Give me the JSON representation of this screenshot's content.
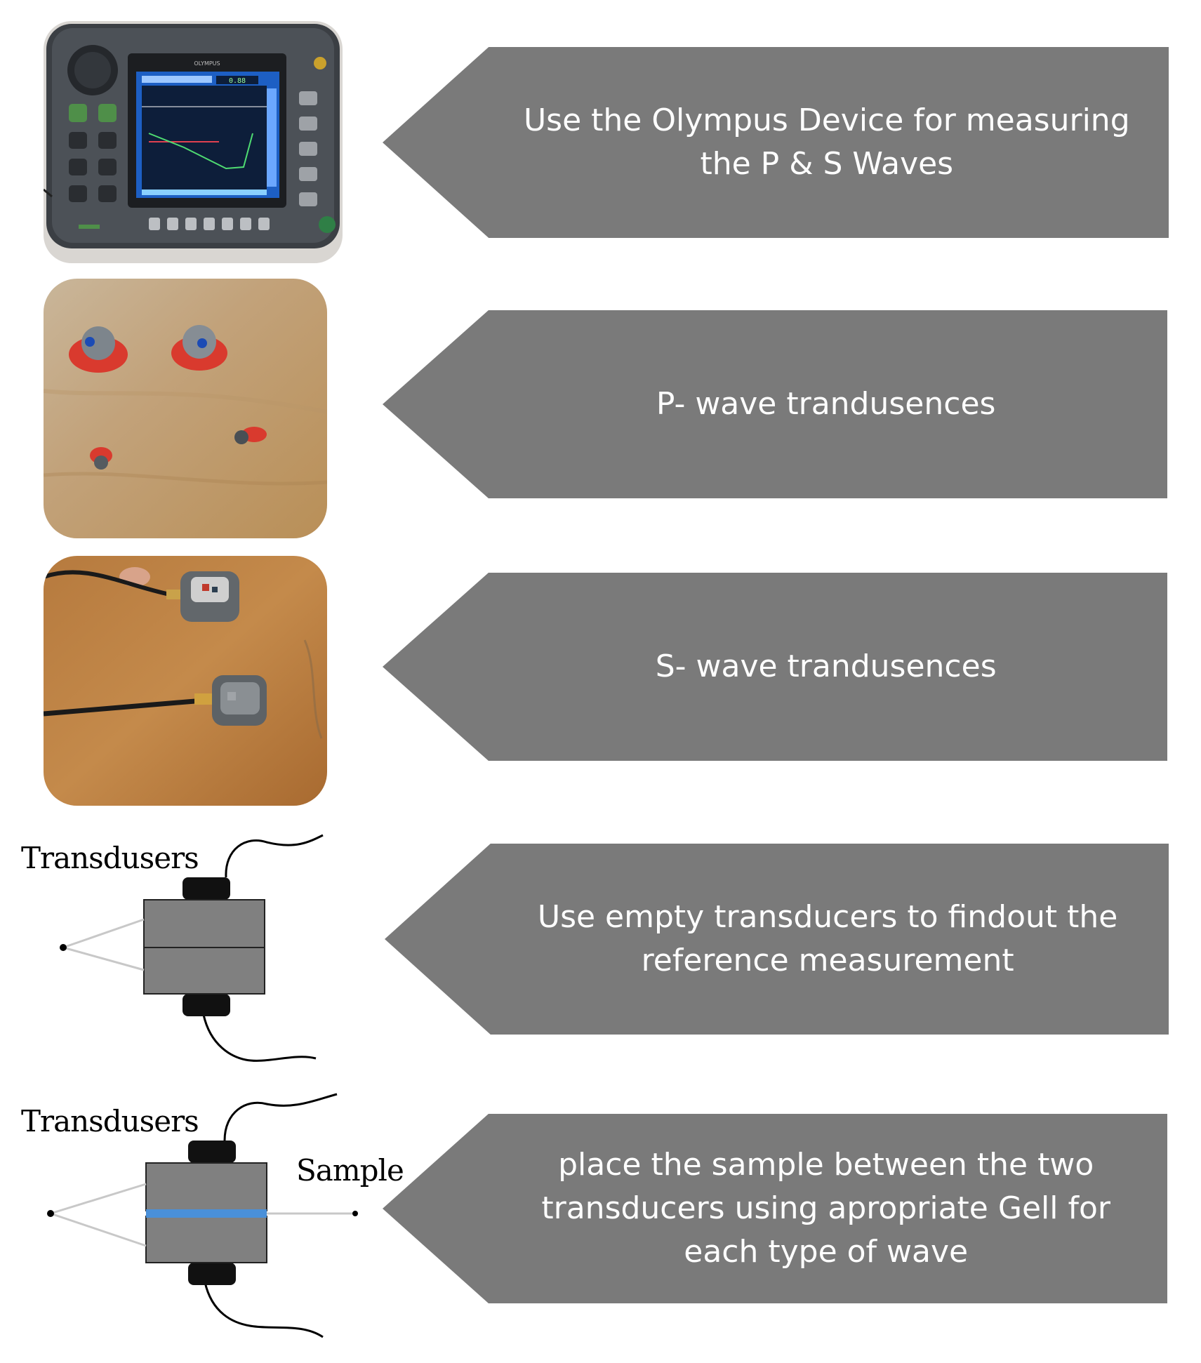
{
  "colors": {
    "arrow_fill": "#7a7a7a",
    "arrow_text": "#ffffff",
    "block_fill": "#808080",
    "transducer_fill": "#111111",
    "sample_band": "#4a90d9"
  },
  "steps": [
    {
      "text": "Use the Olympus Device for measuring\nthe P & S Waves",
      "image": "olympus-flaw-detector-photo",
      "device_brand": "OLYMPUS"
    },
    {
      "text": "P- wave trandusences",
      "image": "p-wave-transducers-photo"
    },
    {
      "text": "S- wave trandusences",
      "image": "s-wave-transducers-photo"
    },
    {
      "text": "Use empty transducers to findout the\nreference measurement",
      "image": "empty-transducer-diagram",
      "labels": {
        "transducers": "Transdusers"
      }
    },
    {
      "text": "place the sample between the two\ntransducers using apropriate Gell for\neach type of wave",
      "image": "sample-transducer-diagram",
      "labels": {
        "transducers": "Transdusers",
        "sample": "Sample"
      }
    }
  ]
}
